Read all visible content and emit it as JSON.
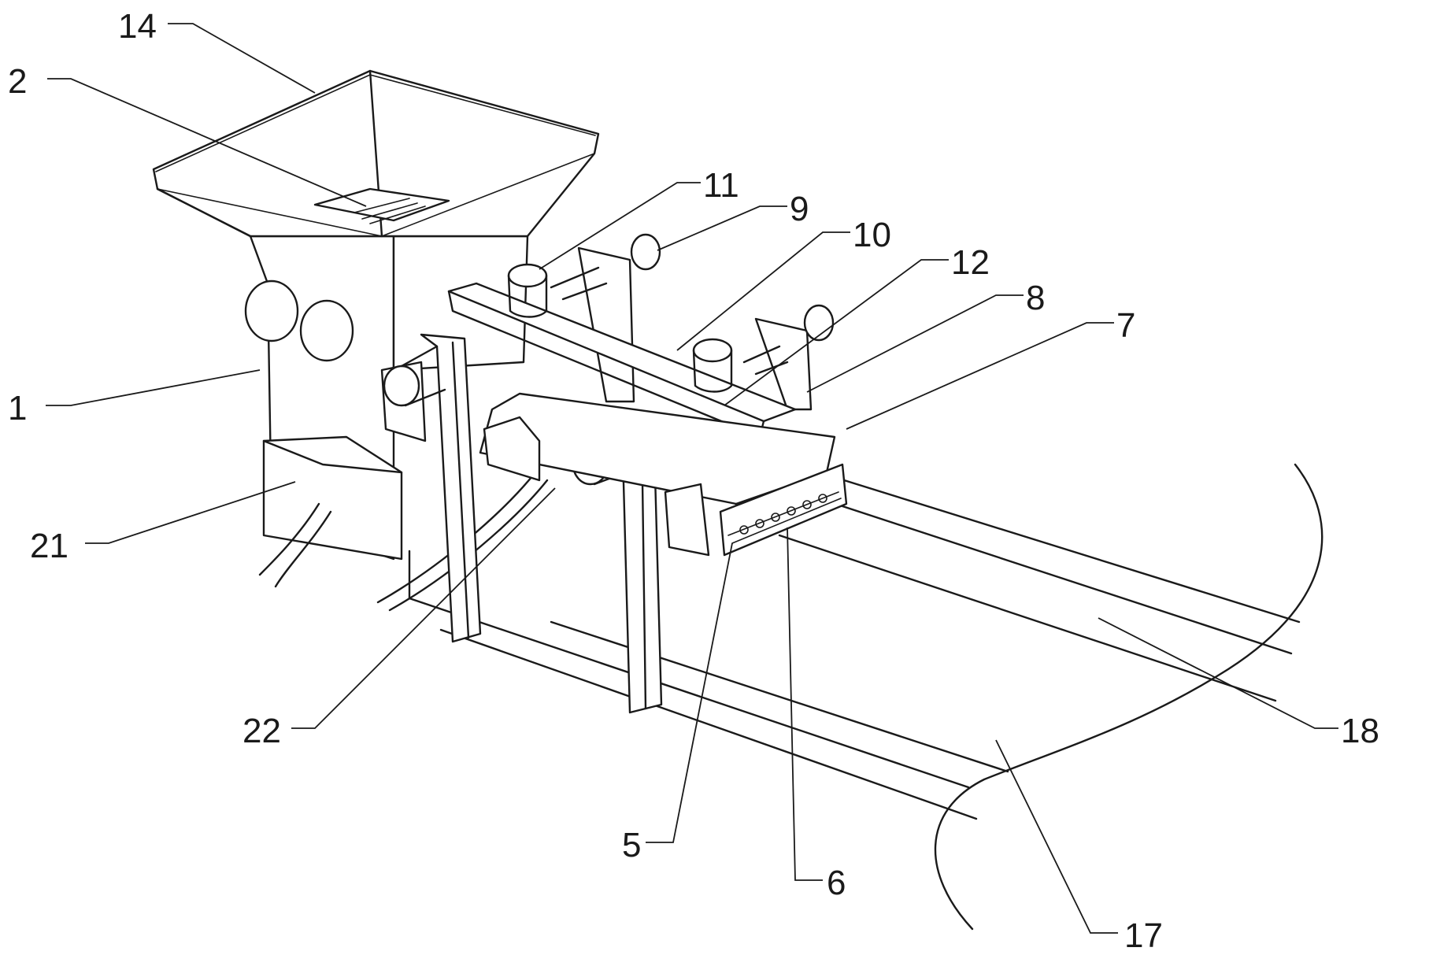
{
  "figure": {
    "labels": [
      {
        "id": "l14",
        "text": "14"
      },
      {
        "id": "l2",
        "text": "2"
      },
      {
        "id": "l1",
        "text": "1"
      },
      {
        "id": "l21",
        "text": "21"
      },
      {
        "id": "l22",
        "text": "22"
      },
      {
        "id": "l11",
        "text": "11"
      },
      {
        "id": "l9",
        "text": "9"
      },
      {
        "id": "l10",
        "text": "10"
      },
      {
        "id": "l12",
        "text": "12"
      },
      {
        "id": "l8",
        "text": "8"
      },
      {
        "id": "l7",
        "text": "7"
      },
      {
        "id": "l18",
        "text": "18"
      },
      {
        "id": "l17",
        "text": "17"
      },
      {
        "id": "l5",
        "text": "5"
      },
      {
        "id": "l6",
        "text": "6"
      }
    ]
  }
}
